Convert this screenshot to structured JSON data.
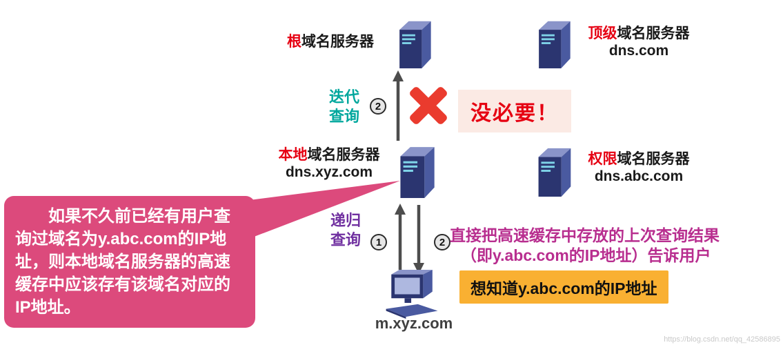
{
  "servers": {
    "root": {
      "prefix": "根",
      "name": "域名服务器",
      "domain": ""
    },
    "tld": {
      "prefix": "顶级",
      "name": "域名服务器",
      "domain": "dns.com"
    },
    "local": {
      "prefix": "本地",
      "name": "域名服务器",
      "domain": "dns.xyz.com"
    },
    "auth": {
      "prefix": "权限",
      "name": "域名服务器",
      "domain": "dns.abc.com"
    }
  },
  "host": {
    "label": "m.xyz.com"
  },
  "queries": {
    "iterative": {
      "line1": "迭代",
      "line2": "查询",
      "step": "2"
    },
    "recursive": {
      "line1": "递归",
      "line2": "查询",
      "step1": "1",
      "step2": "2"
    }
  },
  "annotations": {
    "no_need": "没必要！",
    "result_line1": "直接把高速缓存中存放的上次查询结果",
    "result_line2": "（即y.abc.com的IP地址）告诉用户",
    "want_to_know": "想知道y.abc.com的IP地址",
    "callout": "如果不久前已经有用户查询过域名为y.abc.com的IP地址，则本地域名服务器的高速缓存中应该存有该域名对应的IP地址。"
  },
  "watermark": "https://blog.csdn.net/qq_42586895",
  "colors": {
    "red": "#e60012",
    "teal": "#00a79d",
    "purple": "#7030a0",
    "magenta": "#b82e8f",
    "pink": "#dc4a7c",
    "yellow": "#f9b032",
    "navy": "#2b3570",
    "navy-mid": "#4a5aa0",
    "navy-light": "#8a94c9",
    "arrow": "#4d4d4d",
    "xred": "#ea3b2e",
    "noneed-bg": "#fbeae4"
  }
}
